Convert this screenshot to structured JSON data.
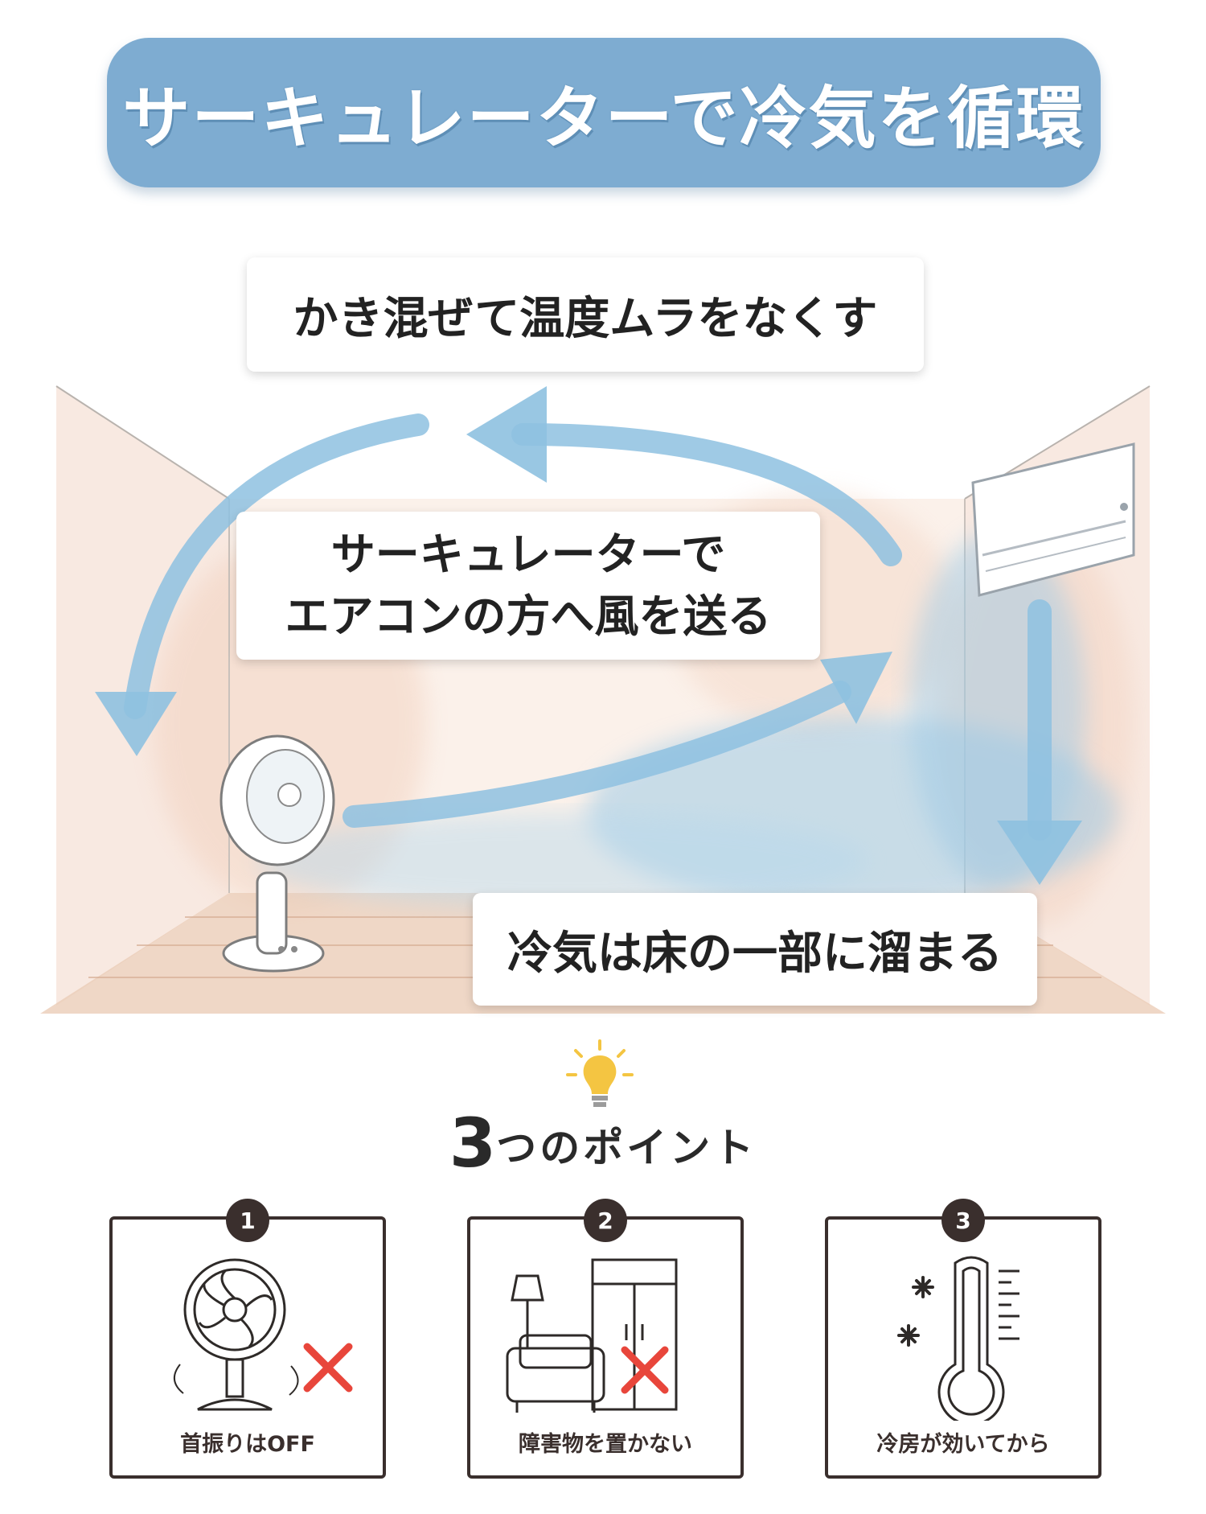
{
  "title": "サーキュレーターで冷気を循環",
  "labels": {
    "top": "かき混ぜて温度ムラをなくす",
    "middle_line1": "サーキュレーターで",
    "middle_line2": "エアコンの方へ風を送る",
    "bottom": "冷気は床の一部に溜まる"
  },
  "points": {
    "title_number": "3",
    "title_text": "つのポイント",
    "items": [
      {
        "number": "1",
        "label": "首振りはOFF",
        "icon": "oscillating-fan-icon"
      },
      {
        "number": "2",
        "label": "障害物を置かない",
        "icon": "furniture-obstacle-icon"
      },
      {
        "number": "3",
        "label": "冷房が効いてから",
        "icon": "cold-thermometer-icon"
      }
    ]
  },
  "colors": {
    "title_bg": "#7eacd1",
    "air_flow": "#8ec1e0",
    "wall_tint": "#f3d8c8",
    "dark": "#3a2f2d",
    "cross": "#e8463b",
    "bulb": "#f4c542"
  }
}
